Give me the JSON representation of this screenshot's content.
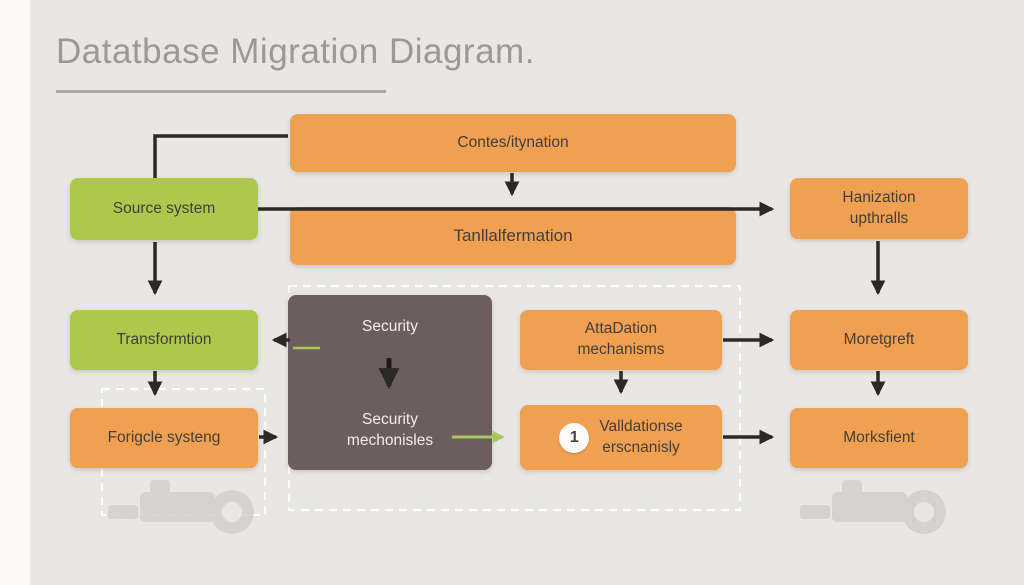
{
  "title": {
    "text": "Datatbase Migration Diagram."
  },
  "nodes": {
    "configuration": "Contes/itynation",
    "source_system": "Source system",
    "transformation_band": "Tanllalfermation",
    "hanization_upthralls": "Hanization\nupthralls",
    "transformation": "Transformtion",
    "security_title": "Security",
    "security_mechanisms": "Security\nmechonisles",
    "attadation_mechanisms": "AttaDation\nmechanisms",
    "moretgreft": "Moretgreft",
    "forigcle_systeng": "Forigcle systeng",
    "validation": "Valldationse\nerscnanisly",
    "validation_badge": "1",
    "morksfient": "Morksfient"
  },
  "colors": {
    "background": "#e9e7e4",
    "orange_node": "#f0a051",
    "green_node": "#adc84d",
    "dark_node": "#6c5d5f",
    "arrow": "#2b2926",
    "green_accent": "#a9c85c",
    "title_text": "#9b9998",
    "dashed_border": "#fdfdfc"
  }
}
